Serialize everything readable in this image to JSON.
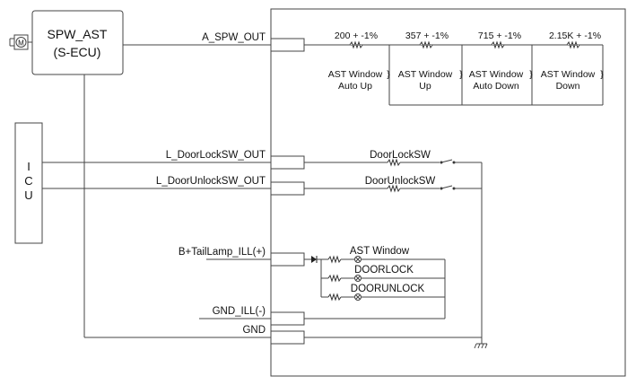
{
  "modules": {
    "spw_ast": {
      "name": "SPW_AST",
      "subtitle": "(S-ECU)",
      "fill": "#d7d7d7"
    },
    "icu": {
      "letters": [
        "I",
        "C",
        "U"
      ]
    }
  },
  "signals": {
    "a_spw_out": "A_SPW_OUT",
    "l_doorlock_out": "L_DoorLockSW_OUT",
    "l_doorunlock_out": "L_DoorUnlockSW_OUT",
    "b_taillamp": "B+TailLamp_ILL(+)",
    "gnd_ill": "GND_ILL(-)",
    "gnd": "GND"
  },
  "resistors": [
    {
      "value": "200 + -1%",
      "function_line1": "AST Window",
      "function_line2": "Auto Up"
    },
    {
      "value": "357 + -1%",
      "function_line1": "AST Window",
      "function_line2": "Up"
    },
    {
      "value": "715 + -1%",
      "function_line1": "AST Window",
      "function_line2": "Auto Down"
    },
    {
      "value": "2.15K + -1%",
      "function_line1": "AST Window",
      "function_line2": "Down"
    }
  ],
  "switches": {
    "door_lock": "DoorLockSW",
    "door_unlock": "DoorUnlockSW"
  },
  "illumination": [
    "AST Window",
    "DOORLOCK",
    "DOORUNLOCK"
  ]
}
